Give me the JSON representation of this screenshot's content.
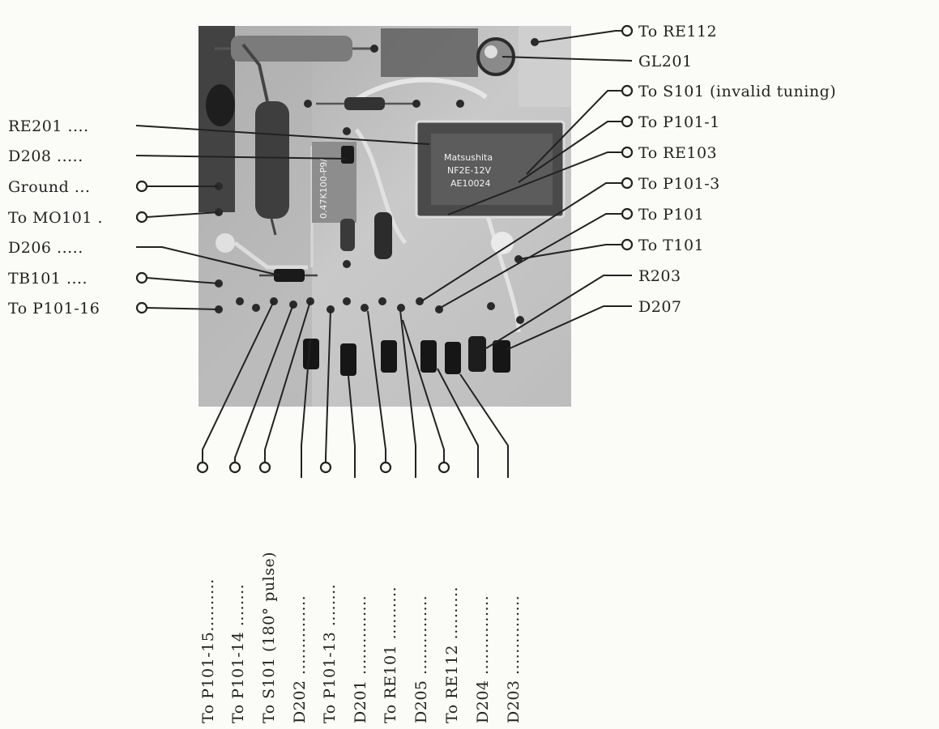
{
  "top_right": {
    "to_re112": "To RE112",
    "gl201": "GL201",
    "to_s101_invalid": "To S101 (invalid tuning)",
    "to_p101_1": "To P101-1",
    "to_re103": "To RE103",
    "to_p101_3": "To P101-3",
    "to_p101": "To P101",
    "to_t101": "To T101",
    "r203": "R203",
    "d207": "D207"
  },
  "left": {
    "re201": "RE201 ....",
    "d208": "D208 .....",
    "ground": "Ground ...",
    "to_mo101": "To MO101 .",
    "d206": "D206 .....",
    "tb101": "TB101 ....",
    "to_p101_16": "To P101-16"
  },
  "bottom": {
    "to_p101_15": "To P101-15..........",
    "to_p101_14": "To P101-14 ........",
    "to_s101_180": "To S101 (180° pulse)",
    "d202": "D202 ...............",
    "to_p101_13": "To P101-13 ........",
    "d201": "D201 ...............",
    "to_re101": "To RE101 ..........",
    "d205": "D205 ...............",
    "to_re112b": "To RE112 ..........",
    "d204": "D204 ...............",
    "d203": "D203 ..............."
  },
  "components": {
    "relay_brand": "Matsushita",
    "relay_model": "NF2E-12V",
    "relay_code": "AE10024",
    "capacitor_label": "0.47K100-P9/"
  }
}
